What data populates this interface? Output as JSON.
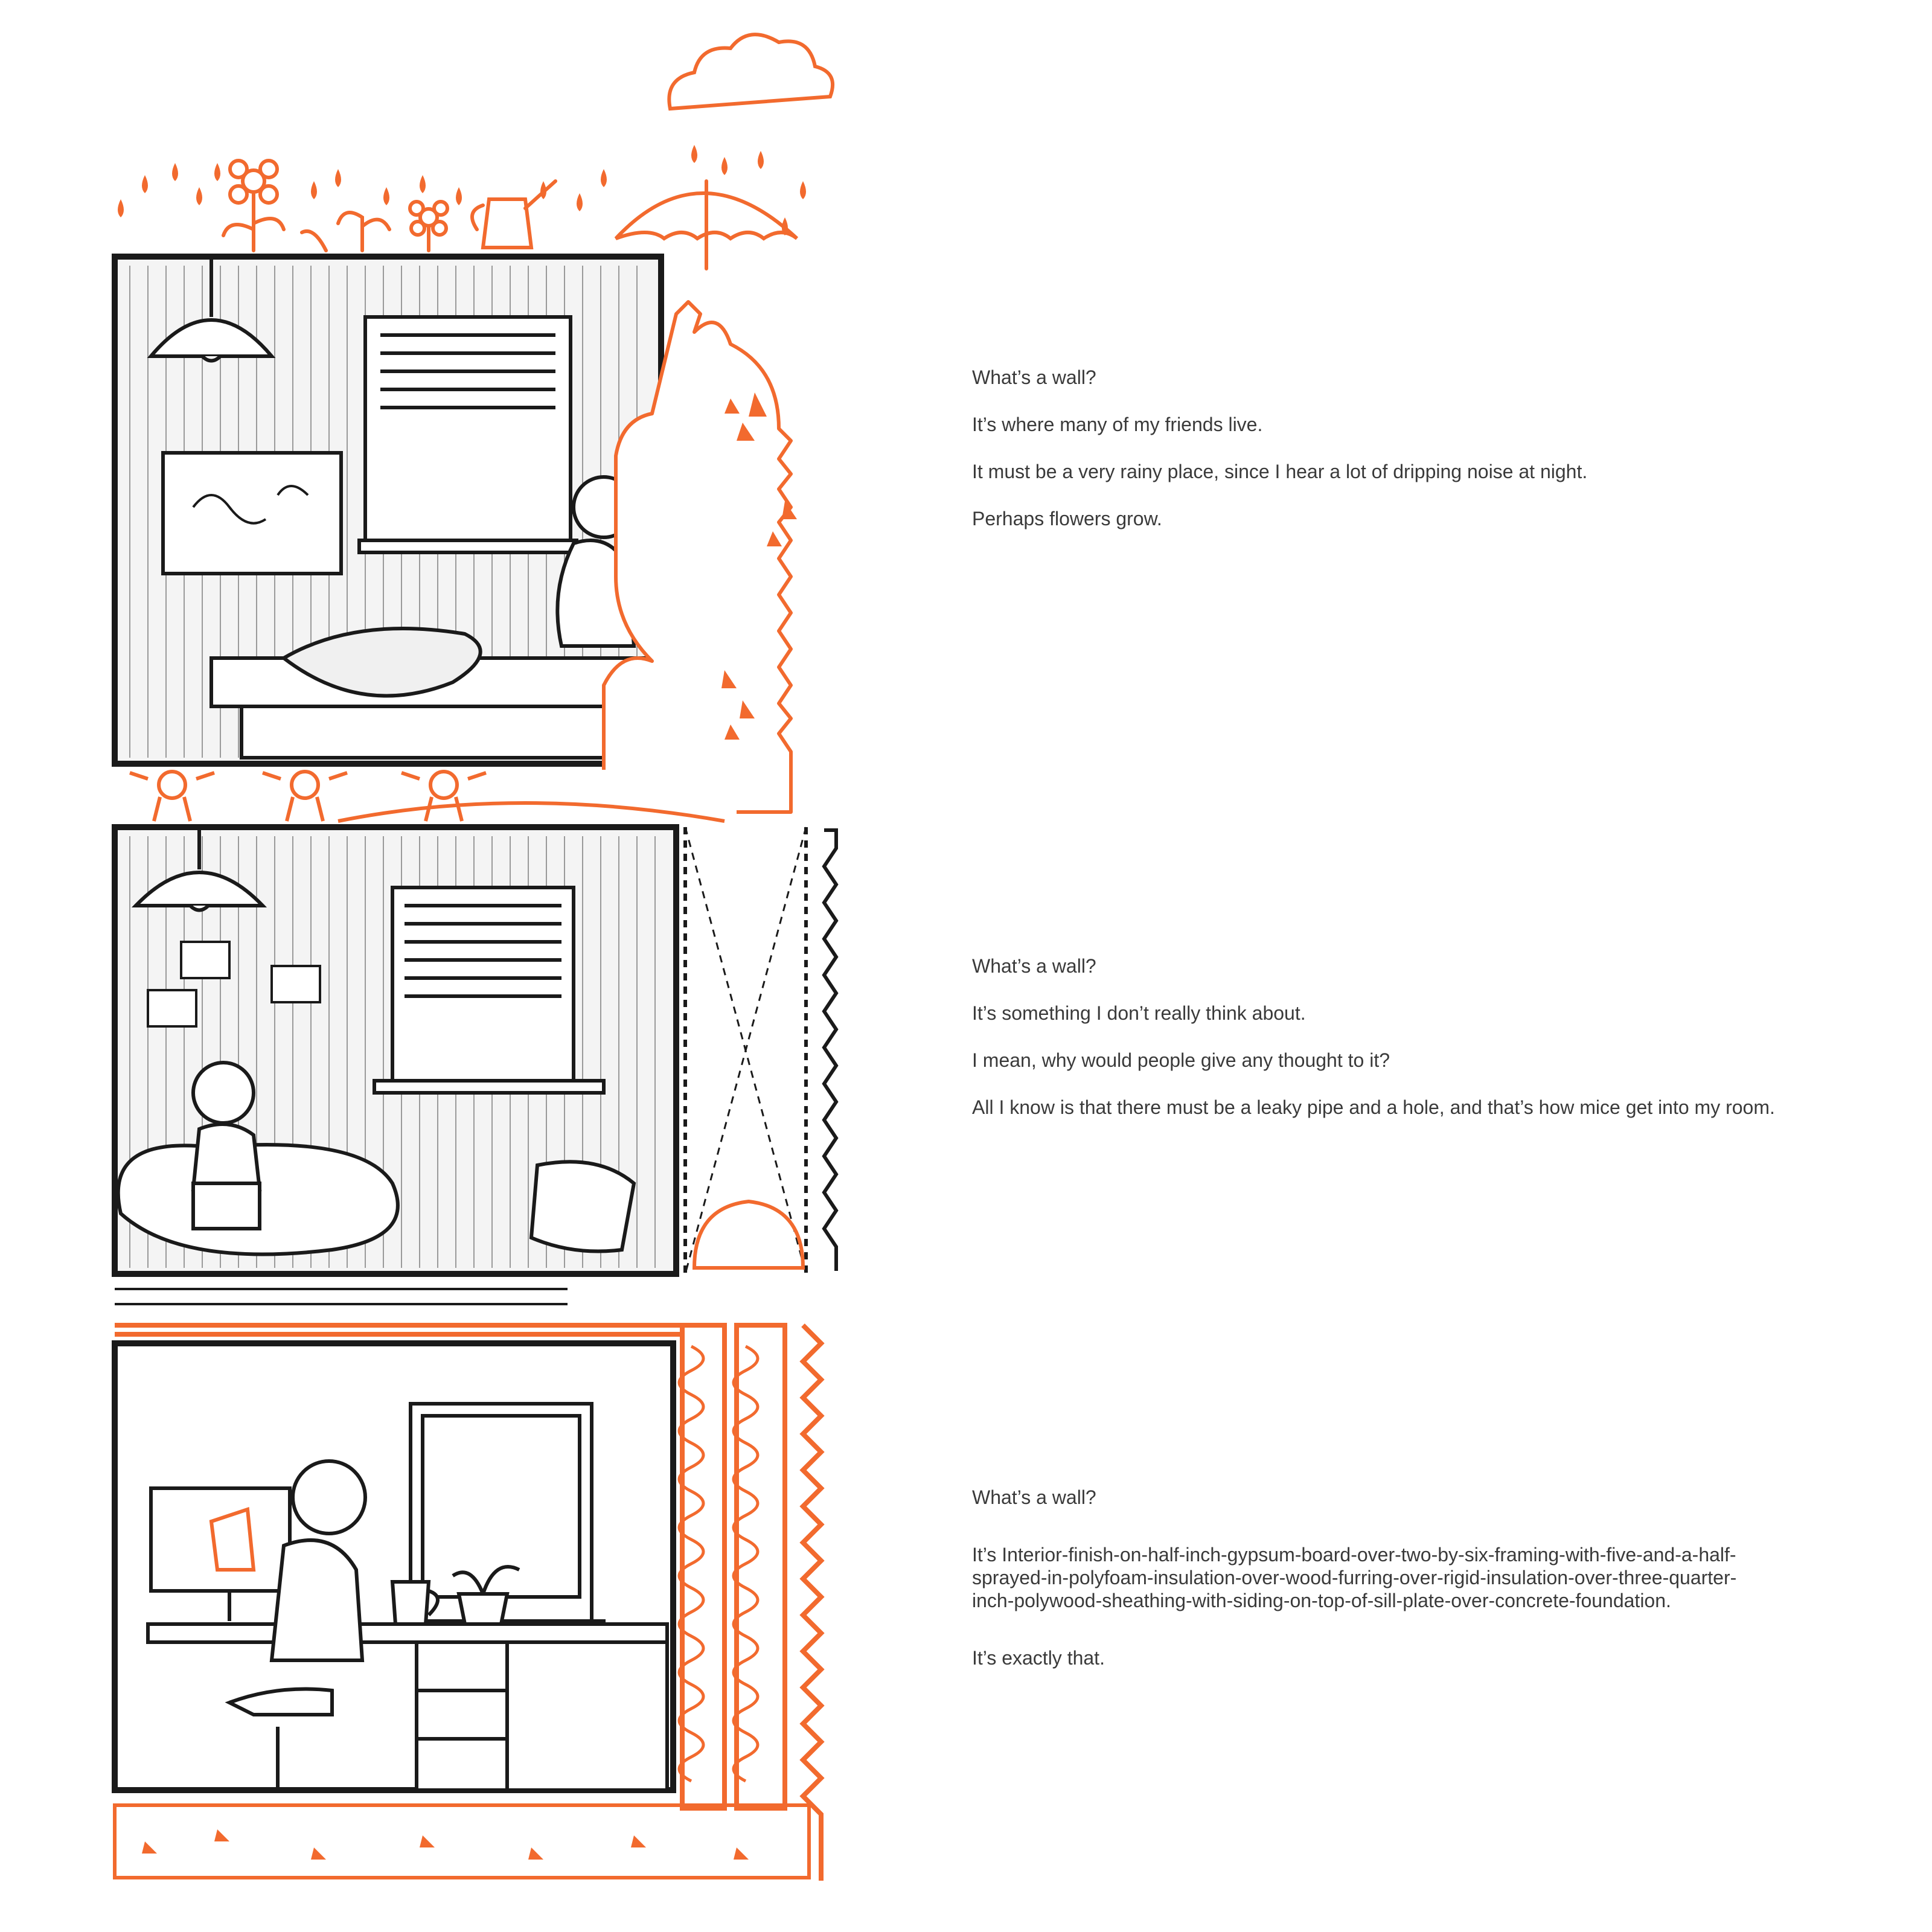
{
  "colors": {
    "accent": "#f26a2e",
    "ink": "#1a1a1a",
    "text": "#3a3a3a",
    "background": "#ffffff"
  },
  "blocks": [
    {
      "question": "What’s a wall?",
      "lines": [
        "It’s where many of my friends live.",
        "It must be a very rainy place, since I hear a lot of dripping noise at night.",
        "Perhaps flowers grow."
      ]
    },
    {
      "question": "What’s a wall?",
      "lines": [
        "It’s something I don’t really think about.",
        "I mean, why would people give any thought to  it?",
        "All I know is that there must be a leaky pipe and a hole, and that’s how mice get into my room."
      ]
    },
    {
      "question": "What’s a wall?",
      "lines": [
        "It’s Interior-finish-on-half-inch-gypsum-board-over-two-by-six-framing-with-five-and-a-half-sprayed-in-polyfoam-insulation-over-wood-furring-over-rigid-insulation-over-three-quarter-inch-polywood-sheathing-with-siding-on-top-of-sill-plate-over-concrete-foundation.",
        "It’s exactly that."
      ]
    }
  ],
  "illustration": {
    "floors": [
      "child-bedroom",
      "teen-bedroom",
      "adult-office"
    ],
    "icons": [
      "cloud-icon",
      "umbrella-icon",
      "watering-can-icon",
      "flower-icon",
      "monster-icon",
      "mouse-icon",
      "pendant-lamp-icon",
      "window-icon",
      "laptop-icon",
      "monitor-icon",
      "cup-icon",
      "plant-icon"
    ]
  }
}
